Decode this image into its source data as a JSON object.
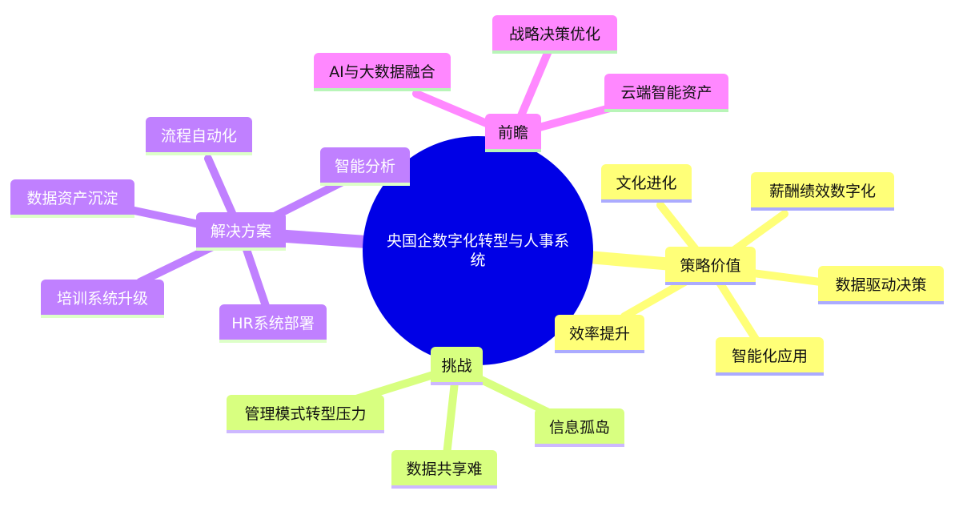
{
  "root": {
    "line1": "央国企数字化转型与人事系",
    "line2": "统"
  },
  "sections": {
    "outlook": {
      "label": "前瞻",
      "children": [
        "战略决策优化",
        "AI与大数据融合",
        "云端智能资产"
      ]
    },
    "strategy": {
      "label": "策略价值",
      "children": [
        "文化进化",
        "薪酬绩效数字化",
        "数据驱动决策",
        "智能化应用",
        "效率提升"
      ]
    },
    "solutions": {
      "label": "解决方案",
      "children": [
        "流程自动化",
        "数据资产沉淀",
        "培训系统升级",
        "HR系统部署",
        "智能分析"
      ]
    },
    "challenges": {
      "label": "挑战",
      "children": [
        "管理模式转型压力",
        "数据共享难",
        "信息孤岛"
      ]
    }
  },
  "colors": {
    "root": "#0000e6",
    "outlook": "#ff88ff",
    "strategy": "#ffff78",
    "solutions": "#c080ff",
    "challenges": "#d8ff80"
  }
}
